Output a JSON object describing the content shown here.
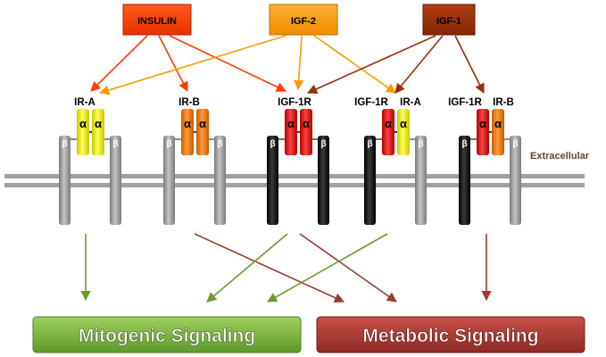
{
  "ligands": {
    "insulin": {
      "label": "INSULIN",
      "color": "#ff3d00"
    },
    "igf2": {
      "label": "IGF-2",
      "color": "#ff9a00"
    },
    "igf1": {
      "label": "IGF-1",
      "color": "#9a2e0a"
    }
  },
  "receptor_labels": {
    "ira": "IR-A",
    "irb": "IR-B",
    "igf1r": "IGF-1R",
    "hybrid1_left": "IGF-1R",
    "hybrid1_right": "IR-A",
    "hybrid2_left": "IGF-1R",
    "hybrid2_right": "IR-B"
  },
  "subunits": {
    "alpha": "α",
    "beta": "β"
  },
  "extracellular_label": "Extracellular",
  "outputs": {
    "mitogenic": {
      "label": "Mitogenic Signaling",
      "color": "#76b23a"
    },
    "metabolic": {
      "label": "Metabolic Signaling",
      "color": "#b23a34"
    }
  },
  "colors": {
    "ir_a_alpha": "#f2f20a",
    "ir_b_alpha": "#f07a10",
    "igf1r_alpha": "#e81010",
    "ir_beta": "#9a9a9a",
    "igf1r_beta": "#111111",
    "membrane": "#a0a0a0",
    "arrow_mitogenic": "#6e9a32",
    "arrow_metabolic": "#9a3a30"
  }
}
